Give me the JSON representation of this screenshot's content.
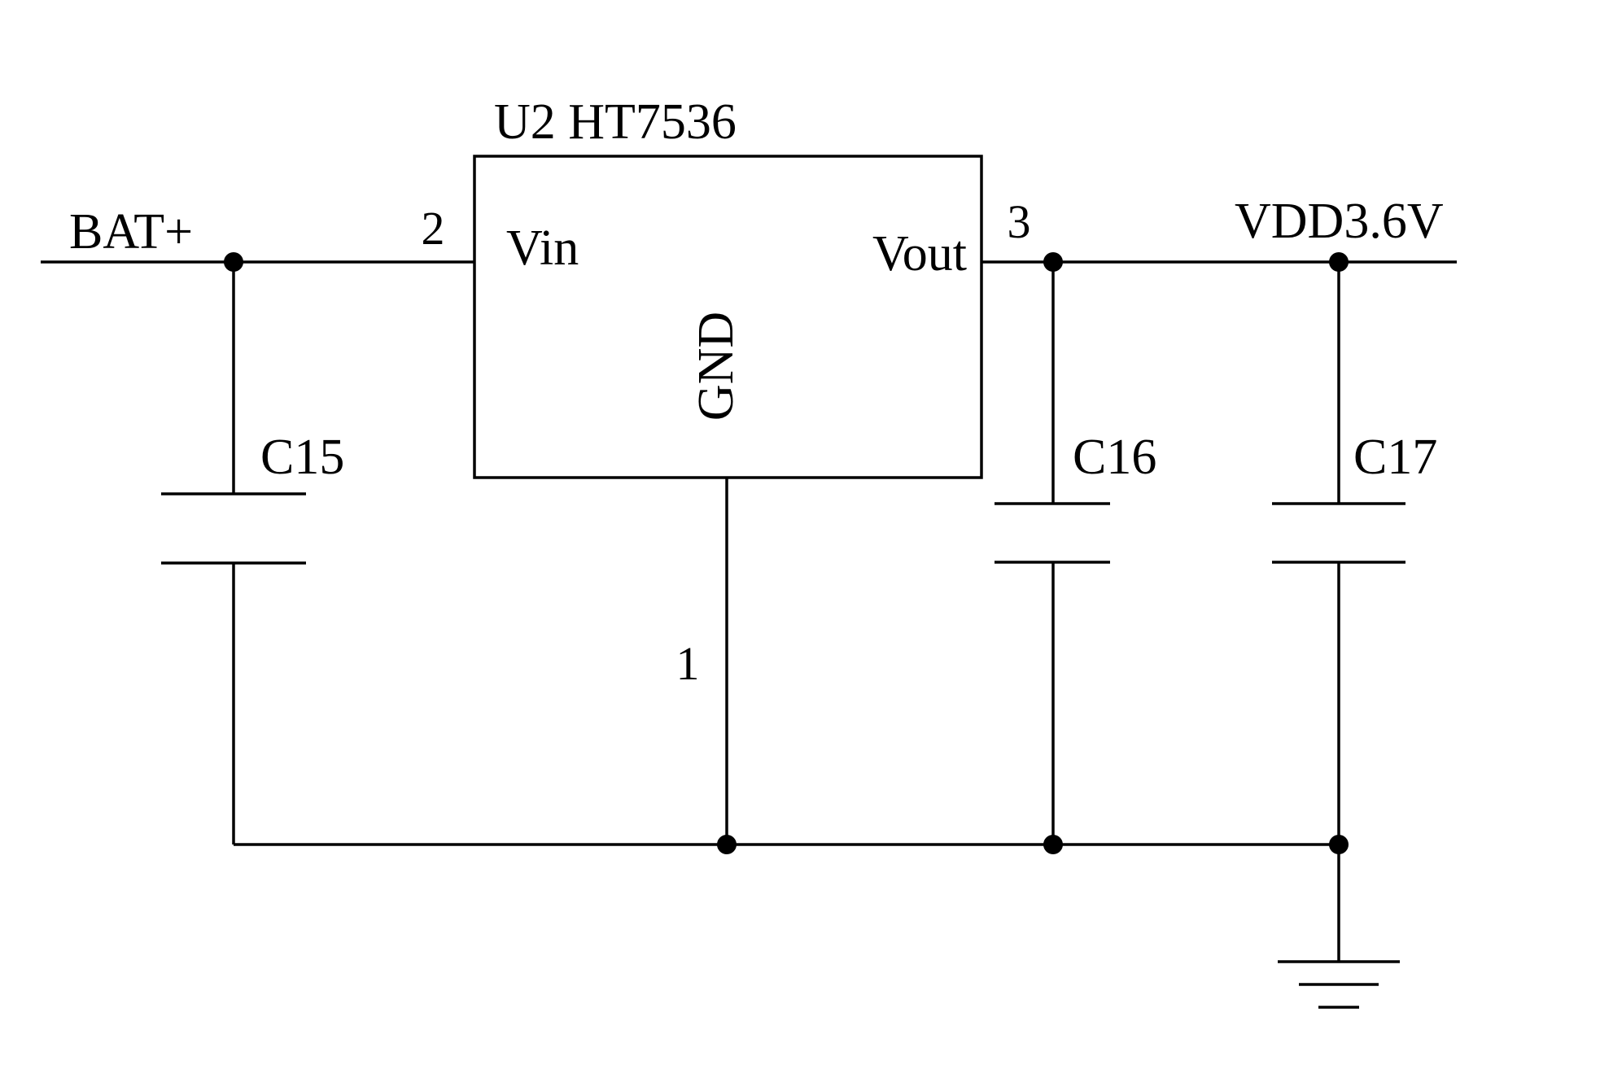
{
  "diagram": {
    "type": "schematic",
    "ic": {
      "label": "U2 HT7536",
      "pins": {
        "vin": {
          "number": "2",
          "name": "Vin"
        },
        "vout": {
          "number": "3",
          "name": "Vout"
        },
        "gnd": {
          "number": "1",
          "name": "GND"
        }
      }
    },
    "nets": {
      "input": "BAT+",
      "output": "VDD3.6V"
    },
    "capacitors": {
      "c15": "C15",
      "c16": "C16",
      "c17": "C17"
    },
    "colors": {
      "stroke": "#000000",
      "background": "#ffffff"
    }
  }
}
